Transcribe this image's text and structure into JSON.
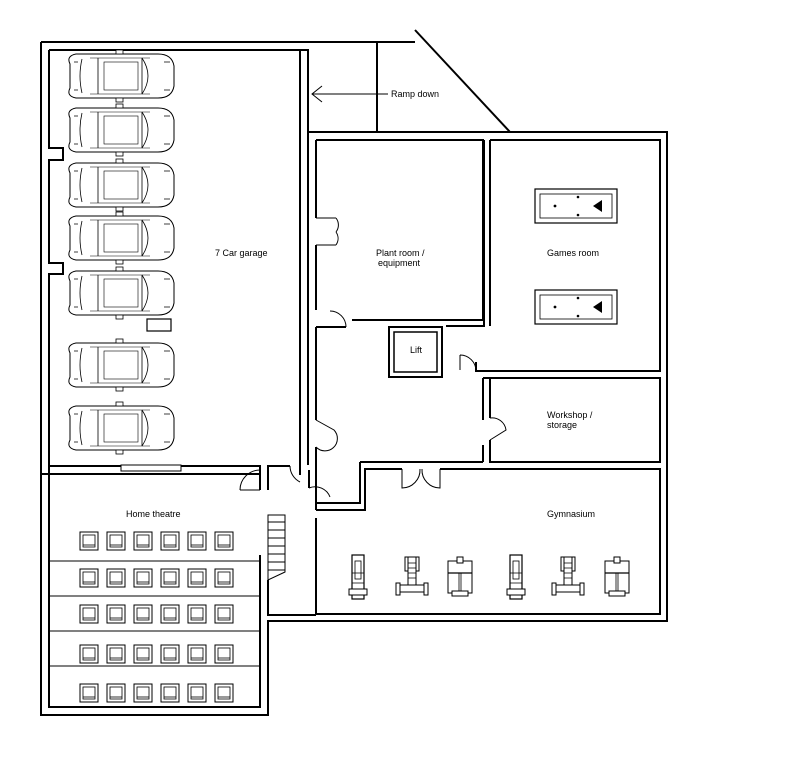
{
  "rooms": {
    "garage": "7 Car garage",
    "plant_line1": "Plant room /",
    "plant_line2": "equipment",
    "games": "Games room",
    "lift": "Lift",
    "workshop_line1": "Workshop /",
    "workshop_line2": "storage",
    "theatre": "Home theatre",
    "gym": "Gymnasium"
  },
  "ramp": {
    "label": "Ramp down"
  },
  "counts": {
    "cars": 7,
    "pool_tables": 2,
    "theatre_rows": 5,
    "seats_per_row": 6,
    "gym_machines": 6
  }
}
